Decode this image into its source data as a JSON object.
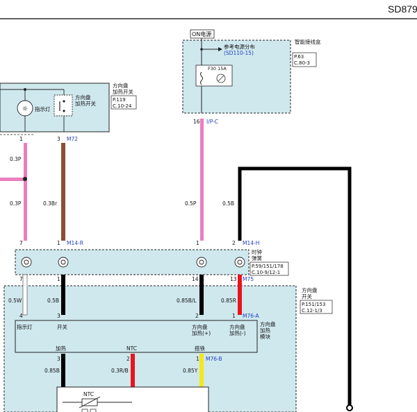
{
  "header": {
    "doc_code": "SD879"
  },
  "power_source": {
    "label": "ON电源",
    "ref_text": "参考电源分布",
    "ref_code": "(SD110-15)",
    "fuse_label": "F30 15A",
    "block_name": "智能接线盒",
    "block_ref": [
      "P.63",
      "C.80-3"
    ],
    "pin": "16",
    "connector": "I/P-C"
  },
  "heater_switch_unit": {
    "name": "方向盘加热开关",
    "ref": [
      "P.119",
      "C.10-24"
    ],
    "lamp_label": "指示灯",
    "switch_label": "方向盘加热开关",
    "pins": [
      "1",
      "3"
    ],
    "connector": "M72"
  },
  "wires_upper": [
    {
      "id": "w1",
      "label": "0.3P",
      "color": "#e97fc0"
    },
    {
      "id": "w2",
      "label": "0.3P",
      "color": "#e97fc0"
    },
    {
      "id": "w3",
      "label": "0.3Br",
      "color": "#8b4f36"
    },
    {
      "id": "w4",
      "label": "0.5P",
      "color": "#e97fc0"
    },
    {
      "id": "w5",
      "label": "0.5B",
      "color": "#000000"
    }
  ],
  "clock_spring": {
    "name": "时钟弹簧",
    "ref": [
      "P.59/151/178",
      "C.10-9/12-1"
    ],
    "top_pins": [
      "7",
      "1",
      "1",
      "2"
    ],
    "top_connectors": [
      "M14-R",
      "M14-H"
    ],
    "bottom_pins": [
      "7",
      "1",
      "14",
      "13"
    ],
    "bottom_connector": "M75"
  },
  "wheel_switch": {
    "name": "方向盘开关",
    "ref": [
      "P.151/153",
      "C.12-1/3"
    ],
    "wires": [
      {
        "label": "0.5W",
        "color": "#ffffff"
      },
      {
        "label": "0.5B",
        "color": "#000000"
      },
      {
        "label": "0.85B/L",
        "color": "#000000"
      },
      {
        "label": "0.85R",
        "color": "#e8141e"
      }
    ],
    "module_pins": [
      "4",
      "3",
      "2",
      "1"
    ],
    "module_connector": "M76-A"
  },
  "heater_module": {
    "name": "方向盘加热模块",
    "inputs": [
      "指示灯",
      "开关",
      "方向盘加热(+)",
      "方向盘加热(-)"
    ],
    "outputs": [
      "加热",
      "NTC",
      "搭铁"
    ],
    "out_pins": [
      "3",
      "2",
      "1"
    ],
    "out_connector": "M76-B",
    "out_wires": [
      {
        "label": "0.85B",
        "color": "#000000"
      },
      {
        "label": "0.3R/B",
        "color": "#e8141e"
      },
      {
        "label": "0.85Y",
        "color": "#f5e71a"
      }
    ]
  },
  "heater_element": {
    "ntc_label": "NTC"
  }
}
